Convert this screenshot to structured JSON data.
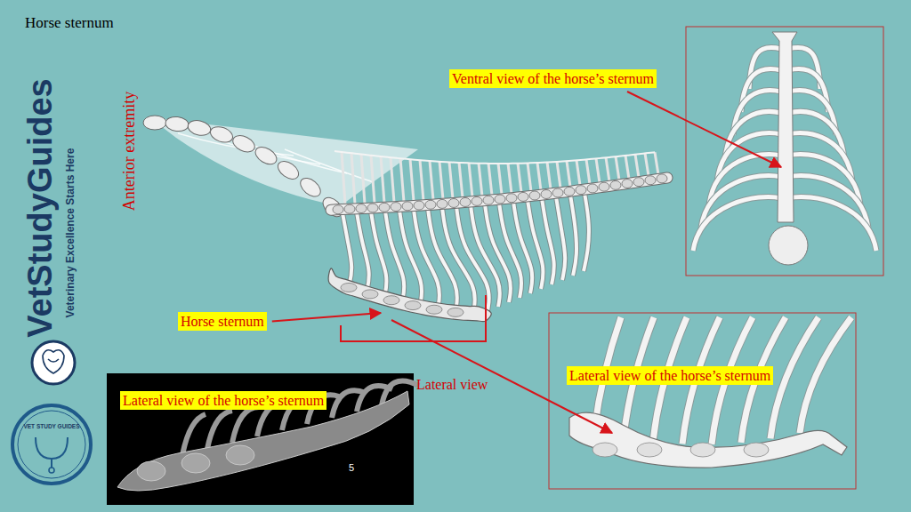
{
  "diagram": {
    "title": "Horse sternum",
    "nodes": [
      {
        "text": [
          "Ventral view of the horse’s sternum"
        ]
      },
      {
        "text": [
          "Horse sternum"
        ]
      },
      {
        "text": [
          "Lateral view of the horse’s sternum"
        ]
      },
      {
        "text": [
          "Lateral view of the horse’s sternum"
        ]
      }
    ],
    "labels": [
      "VetStudyGuides",
      "Veterinary Excellence Starts Here",
      "Anterior extremity",
      "Lateral view",
      "VET STUDY GUIDES",
      "5"
    ]
  }
}
